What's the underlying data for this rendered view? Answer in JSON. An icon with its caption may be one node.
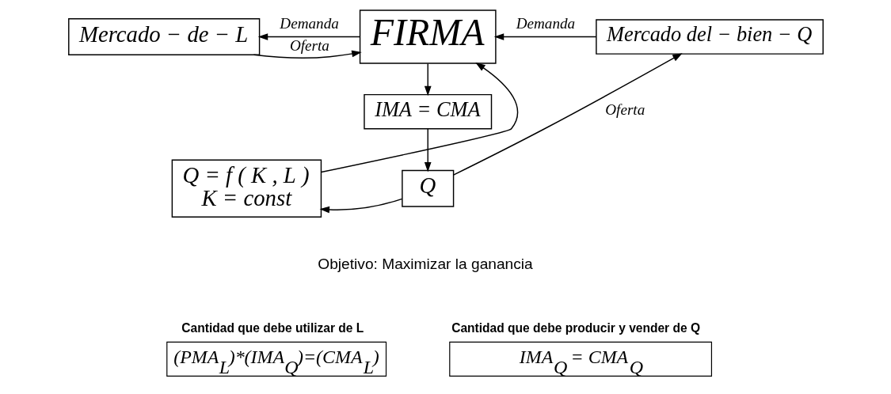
{
  "diagram": {
    "nodes": [
      {
        "text": [
          "Mercado − de − L"
        ]
      },
      {
        "text": [
          "FIRMA"
        ]
      },
      {
        "text": [
          "Mercado del − bien − Q"
        ]
      },
      {
        "text": [
          "IMA = CMA"
        ]
      },
      {
        "text": [
          "Q"
        ]
      },
      {
        "text": [
          "Q = f ( K , L )",
          "K = const"
        ]
      },
      {
        "text": [
          "Cantidad que debe utilizar de L",
          "(PMA$_{L}$)*(IMA$_{Q}$)=(CMA$_{L}$)"
        ]
      },
      {
        "text": [
          "Cantidad que debe producir y vender de Q",
          "IMA$_{Q}$ = CMA$_{Q}$"
        ]
      }
    ],
    "edges": [
      {
        "from": 0,
        "to": 1,
        "arrow": "to",
        "label": "Oferta"
      },
      {
        "from": 1,
        "to": 0,
        "arrow": "to",
        "label": "Demanda"
      },
      {
        "from": 2,
        "to": 1,
        "arrow": "to",
        "label": "Demanda"
      },
      {
        "from": 1,
        "to": 3,
        "arrow": "to"
      },
      {
        "from": 3,
        "to": 4,
        "arrow": "to"
      },
      {
        "from": 4,
        "to": 2,
        "arrow": "to",
        "label": "Oferta"
      },
      {
        "from": 4,
        "to": 5,
        "arrow": "to"
      },
      {
        "from": 5,
        "to": 1,
        "arrow": "to"
      }
    ],
    "labels": [
      "Objetivo: Maximizar la ganancia"
    ]
  }
}
